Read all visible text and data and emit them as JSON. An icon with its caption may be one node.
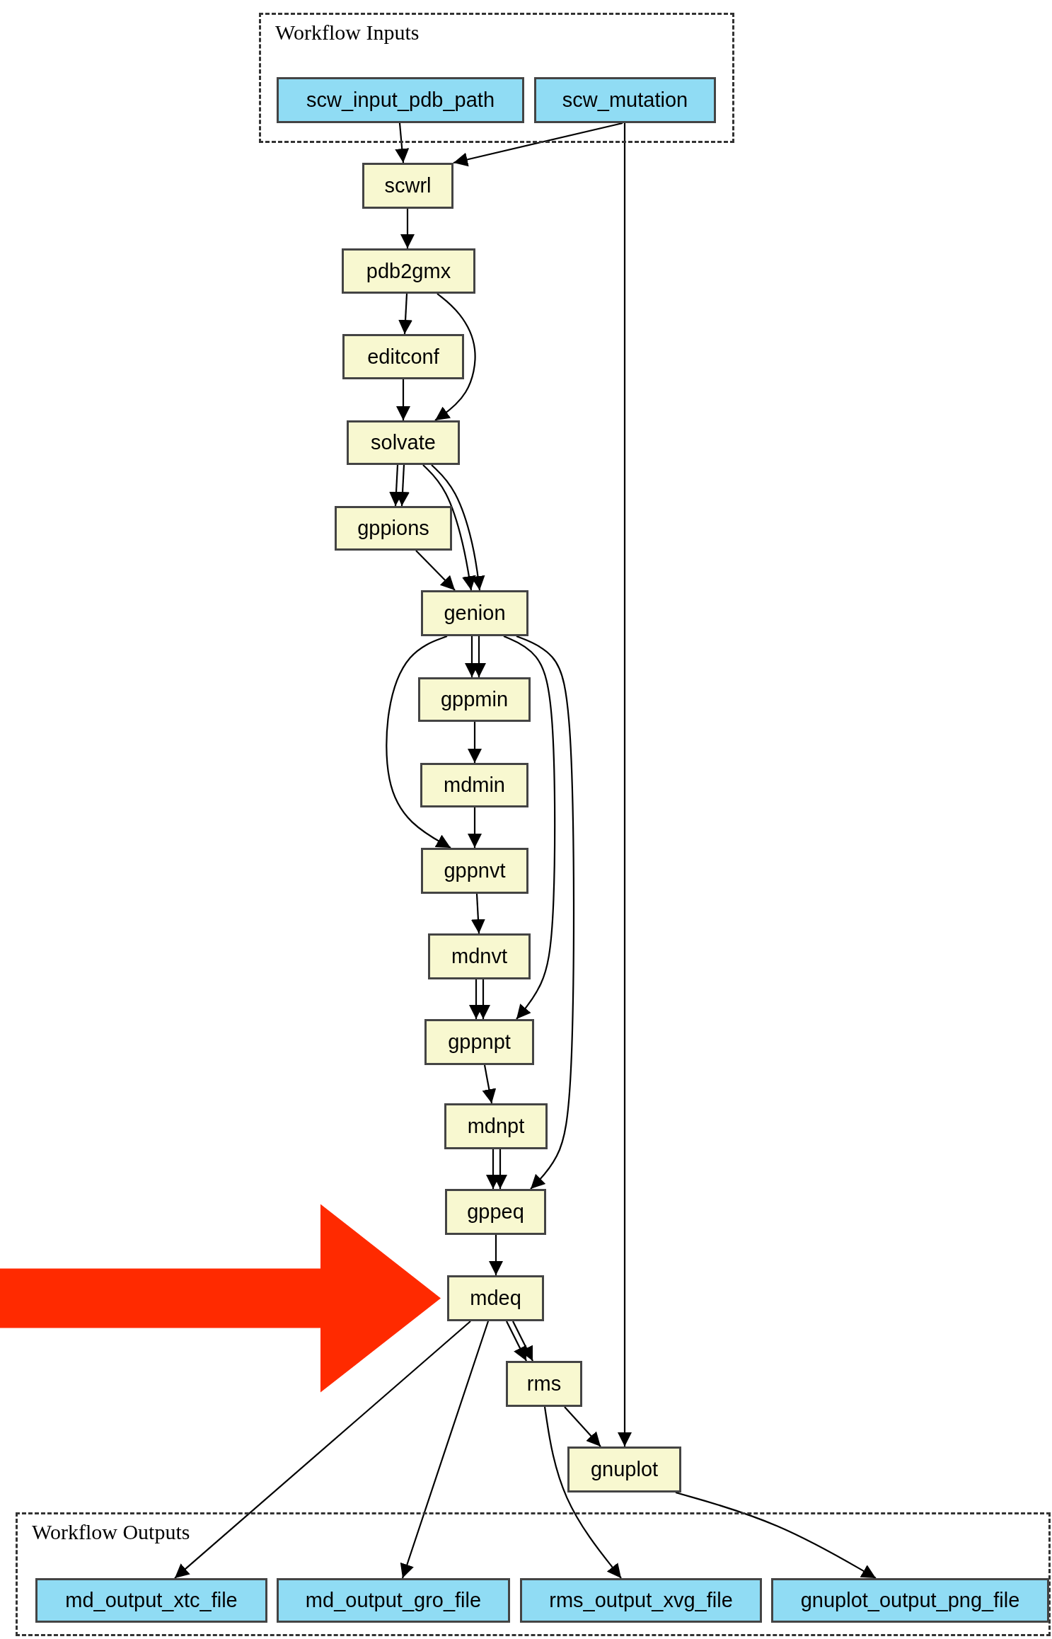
{
  "diagram": {
    "nodes": [
      {
        "text": [
          "Workflow Inputs"
        ]
      },
      {
        "text": [
          "scw_input_pdb_path"
        ],
        "in": 0
      },
      {
        "text": [
          "scw_mutation"
        ],
        "in": 0
      },
      {
        "text": [
          "scwrl"
        ]
      },
      {
        "text": [
          "pdb2gmx"
        ]
      },
      {
        "text": [
          "editconf"
        ]
      },
      {
        "text": [
          "solvate"
        ]
      },
      {
        "text": [
          "gppions"
        ]
      },
      {
        "text": [
          "genion"
        ]
      },
      {
        "text": [
          "gppmin"
        ]
      },
      {
        "text": [
          "mdmin"
        ]
      },
      {
        "text": [
          "gppnvt"
        ]
      },
      {
        "text": [
          "mdnvt"
        ]
      },
      {
        "text": [
          "gppnpt"
        ]
      },
      {
        "text": [
          "mdnpt"
        ]
      },
      {
        "text": [
          "gppeq"
        ]
      },
      {
        "text": [
          "mdeq"
        ]
      },
      {
        "text": [
          "rms"
        ]
      },
      {
        "text": [
          "gnuplot"
        ]
      },
      {
        "text": [
          "Workflow Outputs"
        ]
      },
      {
        "text": [
          "md_output_xtc_file"
        ],
        "in": 19
      },
      {
        "text": [
          "md_output_gro_file"
        ],
        "in": 19
      },
      {
        "text": [
          "rms_output_xvg_file"
        ],
        "in": 19
      },
      {
        "text": [
          "gnuplot_output_png_file"
        ],
        "in": 19
      }
    ],
    "edges": [
      {
        "from": 1,
        "to": 3,
        "arrow": "to"
      },
      {
        "from": 2,
        "to": 3,
        "arrow": "to"
      },
      {
        "from": 2,
        "to": 18,
        "arrow": "to"
      },
      {
        "from": 3,
        "to": 4,
        "arrow": "to"
      },
      {
        "from": 4,
        "to": 5,
        "arrow": "to"
      },
      {
        "from": 4,
        "to": 6,
        "arrow": "to"
      },
      {
        "from": 5,
        "to": 6,
        "arrow": "to"
      },
      {
        "from": 6,
        "to": 7,
        "arrow": "to"
      },
      {
        "from": 6,
        "to": 7,
        "arrow": "to"
      },
      {
        "from": 6,
        "to": 8,
        "arrow": "to"
      },
      {
        "from": 6,
        "to": 8,
        "arrow": "to"
      },
      {
        "from": 7,
        "to": 8,
        "arrow": "to"
      },
      {
        "from": 8,
        "to": 9,
        "arrow": "to"
      },
      {
        "from": 8,
        "to": 9,
        "arrow": "to"
      },
      {
        "from": 8,
        "to": 11,
        "arrow": "to"
      },
      {
        "from": 8,
        "to": 13,
        "arrow": "to"
      },
      {
        "from": 8,
        "to": 15,
        "arrow": "to"
      },
      {
        "from": 9,
        "to": 10,
        "arrow": "to"
      },
      {
        "from": 10,
        "to": 11,
        "arrow": "to"
      },
      {
        "from": 11,
        "to": 12,
        "arrow": "to"
      },
      {
        "from": 12,
        "to": 13,
        "arrow": "to"
      },
      {
        "from": 12,
        "to": 13,
        "arrow": "to"
      },
      {
        "from": 13,
        "to": 14,
        "arrow": "to"
      },
      {
        "from": 14,
        "to": 15,
        "arrow": "to"
      },
      {
        "from": 14,
        "to": 15,
        "arrow": "to"
      },
      {
        "from": 15,
        "to": 16,
        "arrow": "to"
      },
      {
        "from": 16,
        "to": 17,
        "arrow": "to"
      },
      {
        "from": 16,
        "to": 17,
        "arrow": "to"
      },
      {
        "from": 16,
        "to": 20,
        "arrow": "to"
      },
      {
        "from": 16,
        "to": 21,
        "arrow": "to"
      },
      {
        "from": 17,
        "to": 18,
        "arrow": "to"
      },
      {
        "from": 17,
        "to": 22,
        "arrow": "to"
      },
      {
        "from": 18,
        "to": 23,
        "arrow": "to"
      },
      {
        "from": null,
        "to": 16,
        "arrow": "to",
        "style": "thick",
        "color": "#ff2a00"
      }
    ]
  }
}
